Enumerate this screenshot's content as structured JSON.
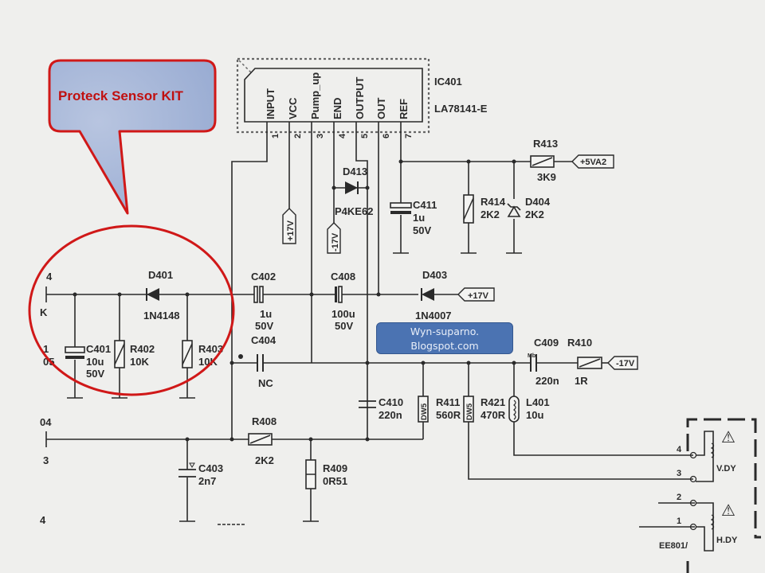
{
  "callout": {
    "text": "Proteck Sensor KIT",
    "fill": "#a7b6d6",
    "stroke": "#d01818"
  },
  "highlight_ellipse": {
    "stroke": "#d01818"
  },
  "watermark": {
    "line1": "Wyn-suparno.",
    "line2": "Blogspot.com",
    "color": "#4b73b2"
  },
  "ic": {
    "ref": "IC401",
    "part": "LA78141-E",
    "pins": [
      {
        "num": "1",
        "name": "INPUT"
      },
      {
        "num": "2",
        "name": "VCC"
      },
      {
        "num": "3",
        "name": "Pump_up"
      },
      {
        "num": "4",
        "name": "END"
      },
      {
        "num": "5",
        "name": "OUTPUT"
      },
      {
        "num": "6",
        "name": "OUT"
      },
      {
        "num": "7",
        "name": "REF"
      }
    ]
  },
  "components": {
    "D401": {
      "ref": "D401",
      "value": "1N4148"
    },
    "C401": {
      "ref": "C401",
      "value": "10u",
      "rating": "50V"
    },
    "R402": {
      "ref": "R402",
      "value": "10K"
    },
    "R403": {
      "ref": "R403",
      "value": "10K"
    },
    "C402": {
      "ref": "C402",
      "value": "1u",
      "rating": "50V"
    },
    "C404": {
      "ref": "C404",
      "value": "NC"
    },
    "C408": {
      "ref": "C408",
      "value": "100u",
      "rating": "50V"
    },
    "D403": {
      "ref": "D403",
      "value": "1N4007"
    },
    "D413": {
      "ref": "D413",
      "value": "P4KE62"
    },
    "C411": {
      "ref": "C411",
      "value": "1u",
      "rating": "50V"
    },
    "R413": {
      "ref": "R413",
      "value": "3K9"
    },
    "R414": {
      "ref": "R414",
      "value": "2K2"
    },
    "D404": {
      "ref": "D404",
      "value": "2K2"
    },
    "C409": {
      "ref": "C409",
      "value": "220n"
    },
    "R410": {
      "ref": "R410",
      "value": "1R"
    },
    "C410": {
      "ref": "C410",
      "value": "220n"
    },
    "R411": {
      "ref": "R411",
      "value": "560R",
      "body": "DW5"
    },
    "R421": {
      "ref": "R421",
      "value": "470R",
      "body": "DW5"
    },
    "L401": {
      "ref": "L401",
      "value": "10u"
    },
    "R408": {
      "ref": "R408",
      "value": "2K2"
    },
    "C403": {
      "ref": "C403",
      "value": "2n7"
    },
    "R409": {
      "ref": "R409",
      "value": "0R51"
    }
  },
  "power_flags": {
    "vcc_pin2": "+17V",
    "end_pin4": "-17V",
    "d403_supply": "+17V",
    "r413_supply": "+5VA2",
    "r410_supply": "-17V"
  },
  "left_connector": {
    "labels": [
      "4",
      "K",
      "1",
      "05",
      "04",
      "3",
      "4"
    ]
  },
  "yoke": {
    "connector": "EE801/",
    "vertical": {
      "label": "V.DY",
      "pins": [
        "4",
        "3"
      ]
    },
    "horizontal": {
      "label": "H.DY",
      "pins": [
        "2",
        "1"
      ]
    },
    "warning_icon": "⚠"
  }
}
